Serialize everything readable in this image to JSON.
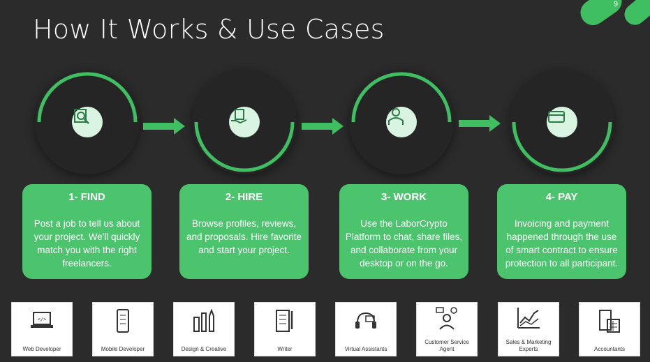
{
  "slide": {
    "title": "How It Works & Use Cases",
    "page_number": "9"
  },
  "colors": {
    "accent": "#3fbf62",
    "card": "#4cc46e",
    "background": "#2b2b2b"
  },
  "steps": [
    {
      "title": "1- FIND",
      "body": "Post a job to tell us about your project. We'll quickly match you with the right freelancers.",
      "icon": "search-resume-icon"
    },
    {
      "title": "2- HIRE",
      "body": "Browse profiles, reviews, and proposals. Hire favorite and start your project.",
      "icon": "hire-hand-icon"
    },
    {
      "title": "3- WORK",
      "body": "Use the LaborCrypto Platform to chat, share files, and collaborate from your desktop or on the go.",
      "icon": "worker-icon"
    },
    {
      "title": "4- PAY",
      "body": "Invoicing and payment happened through the use of smart contract to ensure protection to all participant.",
      "icon": "payment-card-icon"
    }
  ],
  "use_cases": [
    {
      "label": "Web Developer",
      "icon": "laptop-code-icon"
    },
    {
      "label": "Mobile Developer",
      "icon": "mobile-code-icon"
    },
    {
      "label": "Design & Creative",
      "icon": "design-tools-icon"
    },
    {
      "label": "Writer",
      "icon": "writer-notepad-icon"
    },
    {
      "label": "Virtual Assistants",
      "icon": "headset-icon"
    },
    {
      "label": "Customer Service Agent",
      "icon": "customer-service-icon"
    },
    {
      "label": "Sales & Marketing Experts",
      "icon": "chart-growth-icon"
    },
    {
      "label": "Accountants",
      "icon": "calculator-icon"
    }
  ]
}
